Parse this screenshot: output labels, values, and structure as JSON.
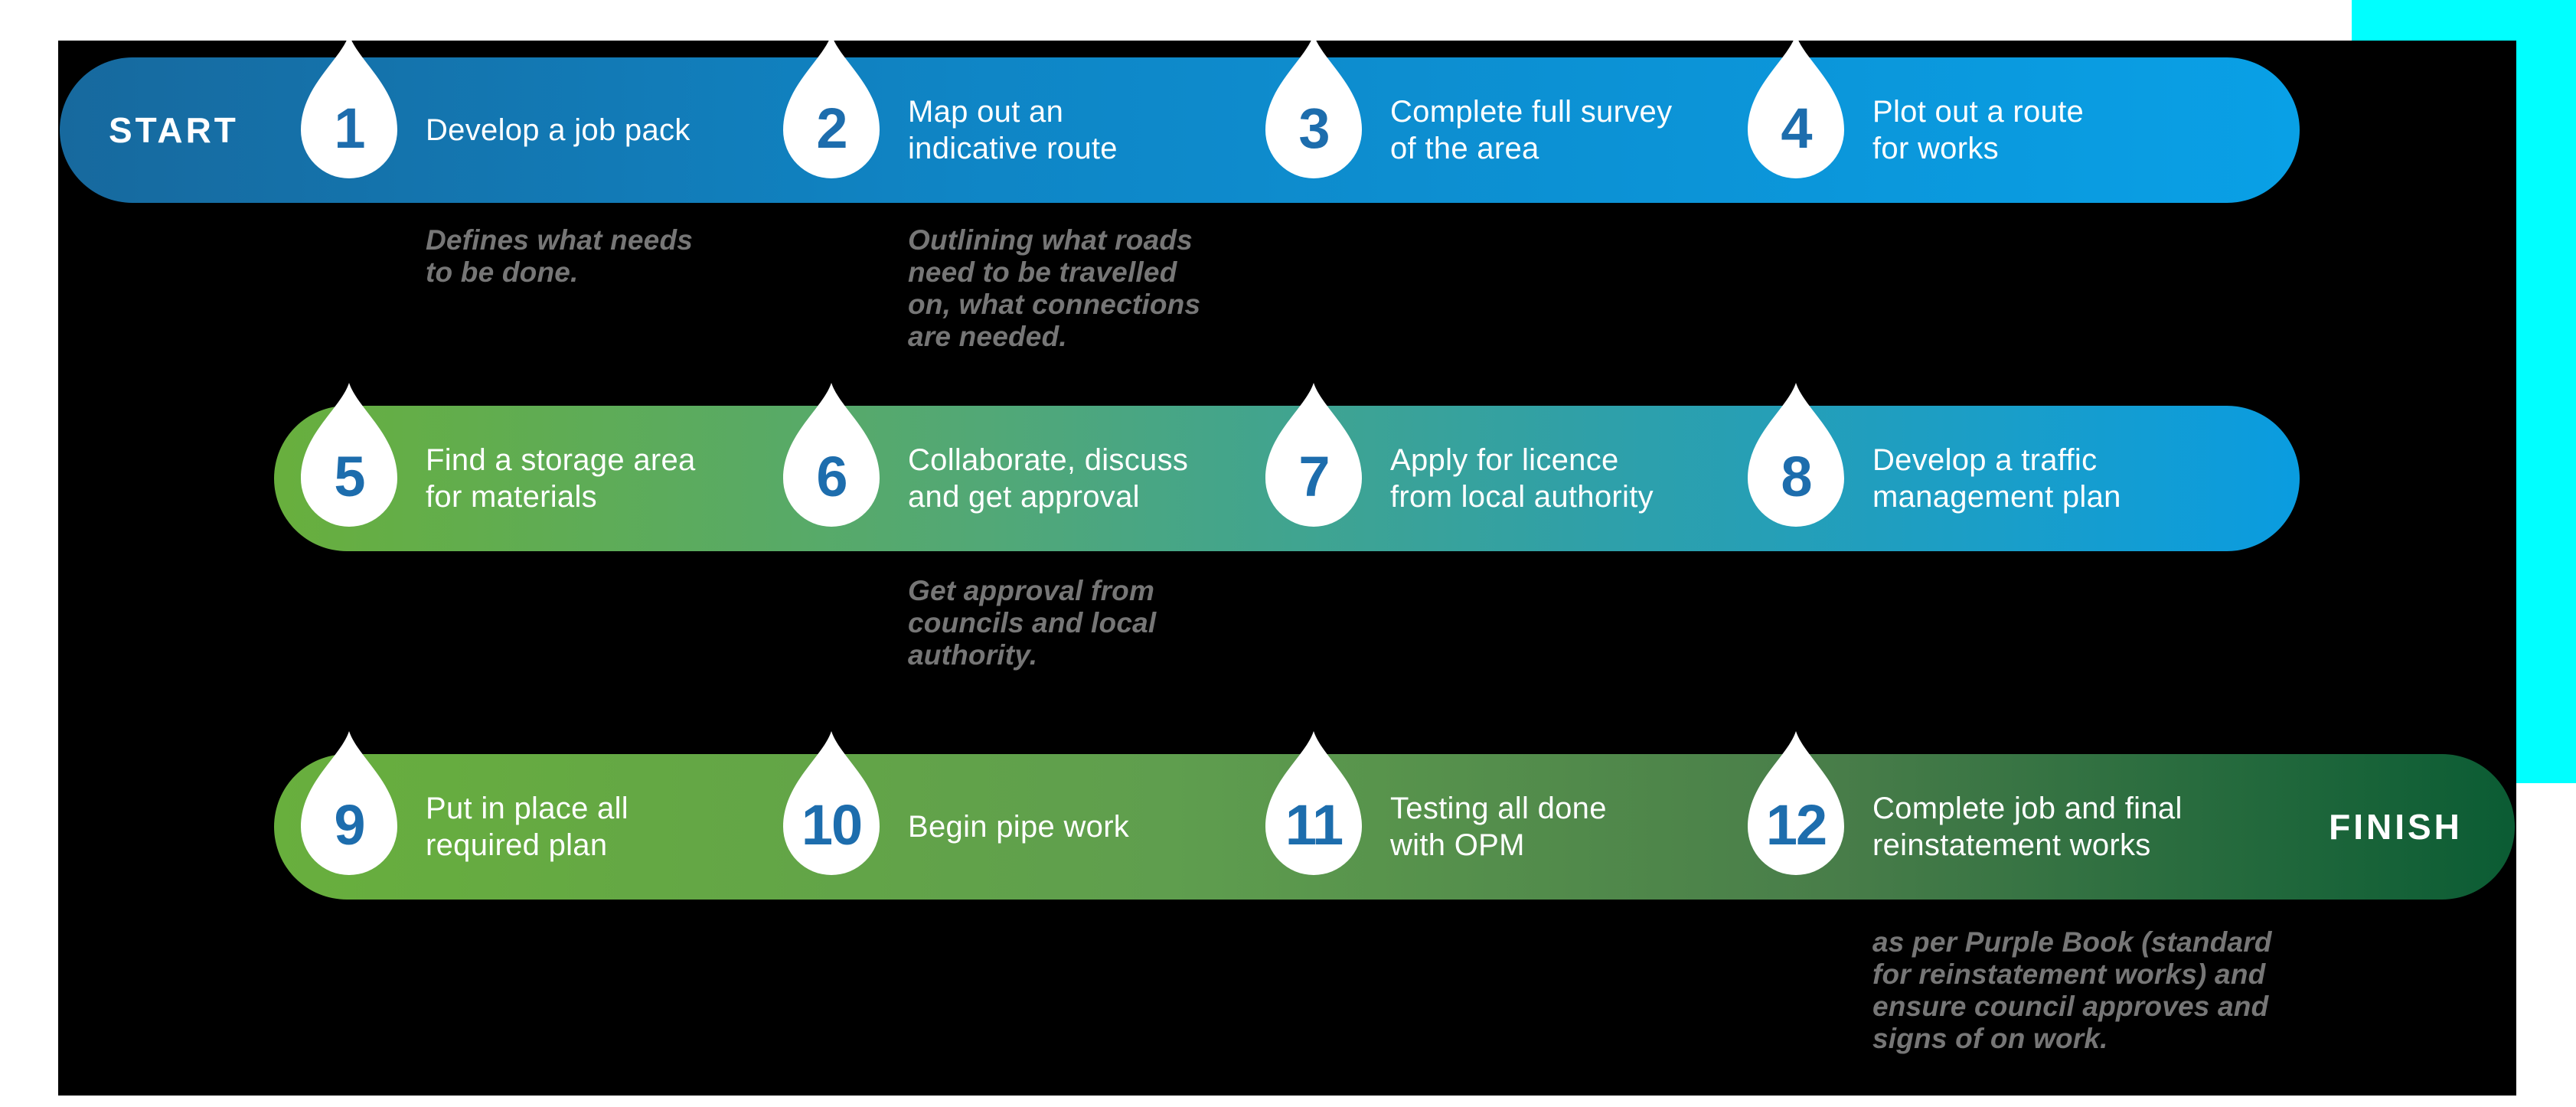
{
  "endcaps": {
    "start": "START",
    "finish": "FINISH"
  },
  "steps": [
    {
      "number": "1",
      "label": "Develop a job pack",
      "caption": "Defines what needs\nto be done."
    },
    {
      "number": "2",
      "label": "Map out an\nindicative route",
      "caption": "Outlining what roads\nneed to be travelled\non, what connections\nare needed."
    },
    {
      "number": "3",
      "label": "Complete full survey\nof the area"
    },
    {
      "number": "4",
      "label": "Plot out a route\nfor works"
    },
    {
      "number": "5",
      "label": "Find a storage area\nfor materials"
    },
    {
      "number": "6",
      "label": "Collaborate, discuss\nand get approval",
      "caption": "Get approval from\ncouncils and local\nauthority."
    },
    {
      "number": "7",
      "label": "Apply for licence\nfrom local authority"
    },
    {
      "number": "8",
      "label": "Develop a traffic\nmanagement plan"
    },
    {
      "number": "9",
      "label": "Put in place all\nrequired plan"
    },
    {
      "number": "10",
      "label": "Begin pipe work"
    },
    {
      "number": "11",
      "label": "Testing all done\nwith OPM"
    },
    {
      "number": "12",
      "label": "Complete job and final\nreinstatement works",
      "caption": "as per Purple Book (standard\nfor reinstatement works) and\nensure council approves and\nsigns of on work."
    }
  ],
  "colors": {
    "background": "#ffffff",
    "panel": "#000000",
    "accent_cyan": "#00ffff",
    "droplet_fill": "#ffffff",
    "number_blue": "#1d6dad",
    "label_text": "#ffffff",
    "caption_gray": "#767676",
    "row1_gradient": [
      "#17699e",
      "#0f85c5",
      "#09a0e6"
    ],
    "row2_gradient": [
      "#68af3d",
      "#2fa0a8",
      "#0a9ce0"
    ],
    "row3_gradient": [
      "#68af3d",
      "#487d49",
      "#0b5c34"
    ]
  }
}
